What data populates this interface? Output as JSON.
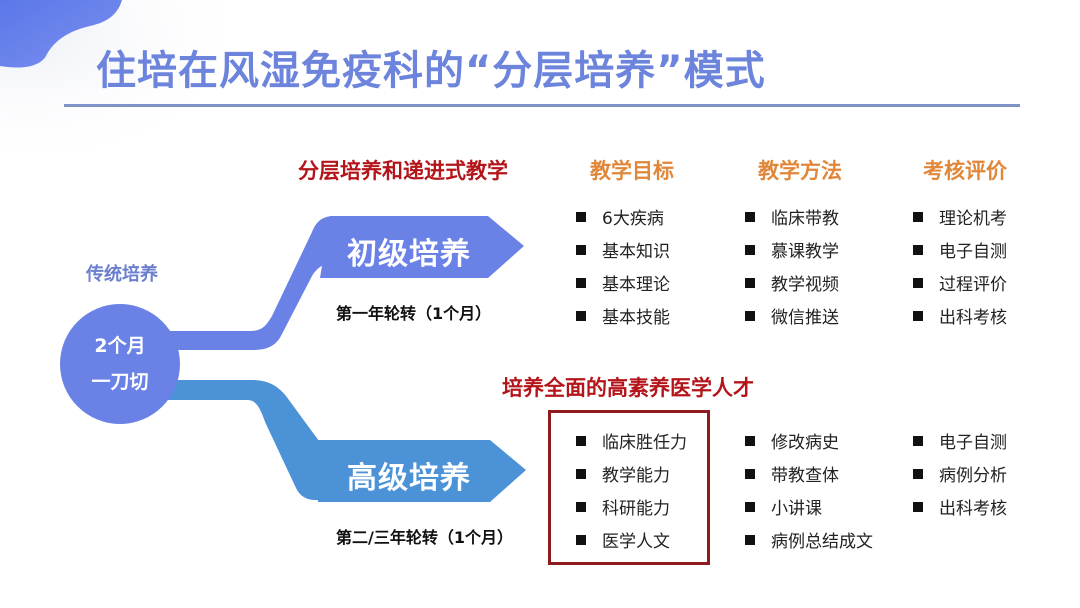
{
  "title": "住培在风湿免疫科的“分层培养”模式",
  "colors": {
    "title": "#6d84dc",
    "primary_branch": "#6a82e6",
    "advanced_branch": "#4b92d6",
    "header_orange": "#e0873a",
    "accent_red": "#b3151b",
    "box_border": "#8e1c1e"
  },
  "traditional": {
    "label": "传统培养",
    "circle_line1": "2个月",
    "circle_line2": "一刀切"
  },
  "section_heading": "分层培养和递进式教学",
  "goal_heading": "培养全面的高素养医学人才",
  "columns": {
    "goals": "教学目标",
    "methods": "教学方法",
    "assessment": "考核评价"
  },
  "primary": {
    "label": "初级培养",
    "rotation": "第一年轮转（1个月）",
    "goals": [
      "6大疾病",
      "基本知识",
      "基本理论",
      "基本技能"
    ],
    "methods": [
      "临床带教",
      "慕课教学",
      "教学视频",
      "微信推送"
    ],
    "assessment": [
      "理论机考",
      "电子自测",
      "过程评价",
      "出科考核"
    ]
  },
  "advanced": {
    "label": "高级培养",
    "rotation": "第二/三年轮转（1个月）",
    "goals": [
      "临床胜任力",
      "教学能力",
      "科研能力",
      "医学人文"
    ],
    "methods": [
      "修改病史",
      "带教查体",
      "小讲课",
      "病例总结成文"
    ],
    "assessment": [
      "电子自测",
      "病例分析",
      "出科考核"
    ]
  }
}
